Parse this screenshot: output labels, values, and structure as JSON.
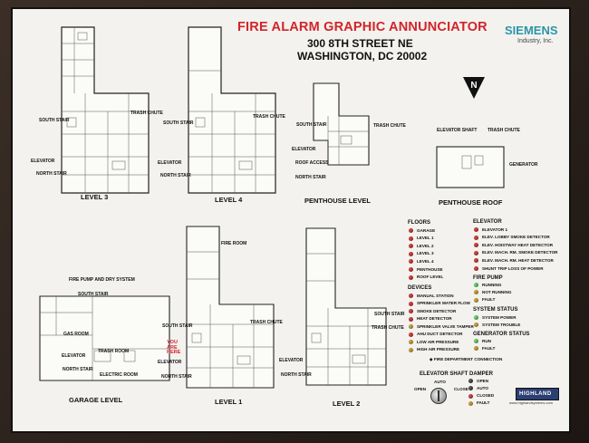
{
  "header": {
    "title": "FIRE ALARM GRAPHIC ANNUNCIATOR",
    "address_line1": "300 8TH STREET NE",
    "address_line2": "WASHINGTON, DC 20002",
    "brand": "SIEMENS",
    "brand_sub": "Industry, Inc."
  },
  "compass": {
    "letter": "N"
  },
  "plans": {
    "level3": {
      "title": "LEVEL 3",
      "labels": [
        "SOUTH STAIR",
        "TRASH CHUTE",
        "ELEVATOR",
        "NORTH STAIR"
      ]
    },
    "level4": {
      "title": "LEVEL 4",
      "labels": [
        "SOUTH STAIR",
        "TRASH CHUTE",
        "ELEVATOR",
        "NORTH STAIR"
      ]
    },
    "penthouse": {
      "title": "PENTHOUSE LEVEL",
      "labels": [
        "SOUTH STAIR",
        "TRASH CHUTE",
        "ELEVATOR",
        "ROOF ACCESS",
        "NORTH STAIR"
      ]
    },
    "roof": {
      "title": "PENTHOUSE ROOF",
      "labels": [
        "ELEVATOR SHAFT",
        "TRASH CHUTE",
        "GENERATOR"
      ]
    },
    "garage": {
      "title": "GARAGE LEVEL",
      "labels": [
        "FIRE PUMP AND DRY SYSTEM",
        "SOUTH STAIR",
        "GAS ROOM",
        "ELEVATOR",
        "TRASH ROOM",
        "NORTH STAIR",
        "ELECTRIC ROOM"
      ]
    },
    "level1": {
      "title": "LEVEL 1",
      "labels": [
        "FIRE ROOM",
        "SOUTH STAIR",
        "TRASH CHUTE",
        "YOU ARE HERE",
        "ELEVATOR",
        "NORTH STAIR"
      ]
    },
    "level2": {
      "title": "LEVEL 2",
      "labels": [
        "SOUTH STAIR",
        "TRASH CHUTE",
        "ELEVATOR",
        "NORTH STAIR"
      ]
    }
  },
  "legend": {
    "floors": {
      "title": "FLOORS",
      "items": [
        "GARAGE",
        "LEVEL 1",
        "LEVEL 2",
        "LEVEL 3",
        "LEVEL 4",
        "PENTHOUSE",
        "ROOF LEVEL"
      ]
    },
    "elevator": {
      "title": "ELEVATOR",
      "items": [
        "ELEVATOR 1",
        "ELEV. LOBBY SMOKE DETECTOR",
        "ELEV. HOISTWAY HEAT DETECTOR",
        "ELEV. MACH. RM. SMOKE DETECTOR",
        "ELEV. MACH. RM. HEAT DETECTOR",
        "SHUNT TRIP LOSS OF POWER"
      ]
    },
    "fire_pump": {
      "title": "FIRE PUMP",
      "items": [
        "RUNNING",
        "NOT RUNNING",
        "FAULT"
      ]
    },
    "devices": {
      "title": "DEVICES",
      "items": [
        "MANUAL STATION",
        "SPRINKLER WATER FLOW",
        "SMOKE DETECTOR",
        "HEAT DETECTOR",
        "SPRINKLER VALVE TAMPER",
        "AHU DUCT DETECTOR",
        "LOW AIR PRESSURE",
        "HIGH AIR PRESSURE"
      ]
    },
    "system_status": {
      "title": "SYSTEM STATUS",
      "items": [
        "SYSTEM POWER",
        "SYSTEM TROUBLE"
      ]
    },
    "generator": {
      "title": "GENERATOR STATUS",
      "items": [
        "RUN",
        "FAULT"
      ]
    },
    "fdc": "FIRE DEPARTMENT CONNECTION"
  },
  "damper": {
    "title": "ELEVATOR SHAFT DAMPER",
    "positions": [
      "OPEN",
      "AUTO",
      "CLOSE"
    ],
    "status": [
      "OPEN",
      "AUTO",
      "CLOSED",
      "FAULT"
    ]
  },
  "vendor_badge": "HIGHLAND",
  "vendor_url": "www.highlandsystems.com"
}
